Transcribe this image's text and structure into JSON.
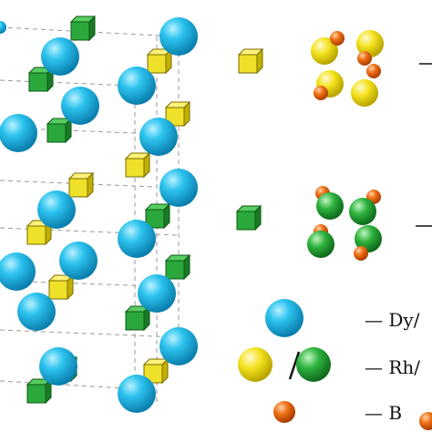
{
  "legend": {
    "dy_label": "— Dy/",
    "rh_label": "— Rh/",
    "b_label": "— B"
  },
  "colors": {
    "dy": "#19b6e6",
    "rh_yellow": "#f2e11a",
    "rh_green": "#28a83a",
    "boron": "#ee6a12",
    "grid": "#9a9a9a"
  }
}
